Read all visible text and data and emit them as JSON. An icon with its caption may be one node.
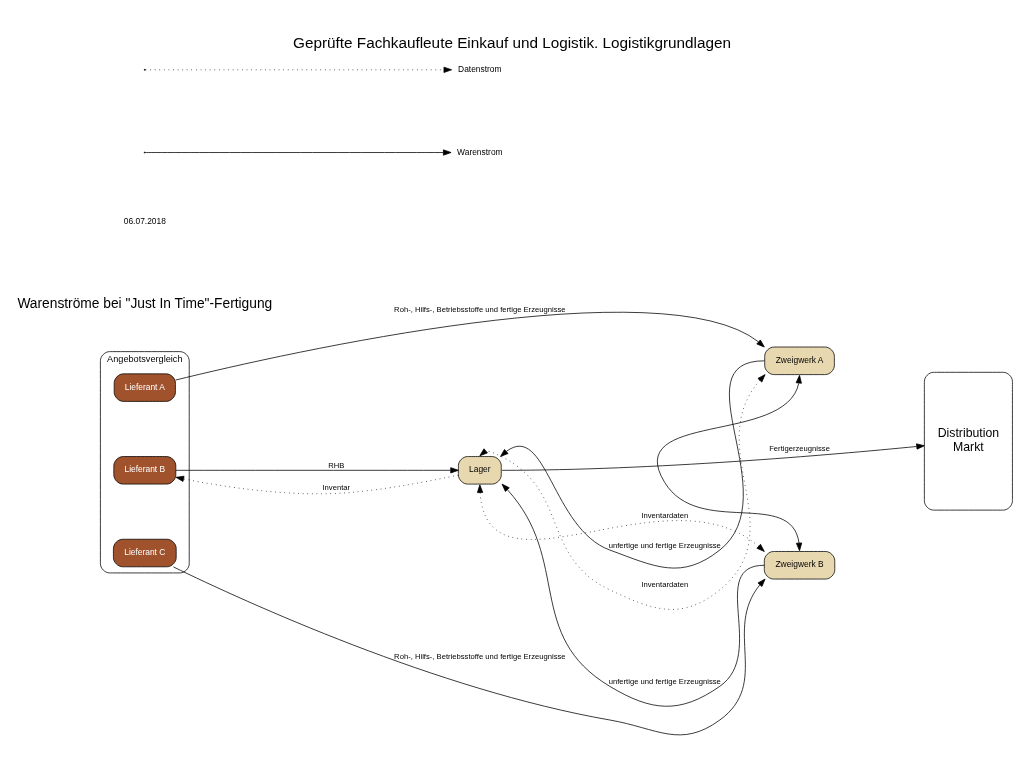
{
  "diagram": {
    "title": "Geprüfte Fachkaufleute Einkauf und Logistik. Logistikgrundlagen",
    "nodes": [
      {
        "text": [
          "Angebotsvergleich"
        ]
      },
      {
        "text": [
          "Lieferant A"
        ],
        "in": 0
      },
      {
        "text": [
          "Lieferant B"
        ],
        "in": 0
      },
      {
        "text": [
          "Lieferant C"
        ],
        "in": 0
      },
      {
        "text": [
          "Lager"
        ]
      },
      {
        "text": [
          "Zweigwerk A"
        ]
      },
      {
        "text": [
          "Zweigwerk B"
        ]
      },
      {
        "text": [
          "Distribution",
          "Markt"
        ]
      }
    ],
    "edges": [
      {
        "from": 1,
        "to": 5,
        "arrow": "to",
        "label": "Roh-, Hilfs-, Betriebsstoffe und fertige Erzeugnisse"
      },
      {
        "from": 2,
        "to": 4,
        "arrow": "to",
        "label": "RHB"
      },
      {
        "from": 4,
        "to": 2,
        "arrow": "to",
        "label": "Inventar",
        "style": "dashed"
      },
      {
        "from": 3,
        "to": 6,
        "arrow": "to",
        "label": "Roh-, Hilfs-, Betriebsstoffe und fertige Erzeugnisse"
      },
      {
        "from": 5,
        "to": 4,
        "arrow": "to",
        "label": "unfertige und fertige Erzeugnisse"
      },
      {
        "from": 5,
        "to": 4,
        "arrow": "both",
        "label": "Inventardaten",
        "style": "dashed"
      },
      {
        "from": 6,
        "to": 4,
        "arrow": "to",
        "label": "unfertige und fertige Erzeugnisse"
      },
      {
        "from": 4,
        "to": 6,
        "arrow": "both",
        "label": "Inventardaten",
        "style": "dashed"
      },
      {
        "from": 4,
        "to": 7,
        "arrow": "to",
        "label": "Fertigerzeugnisse"
      },
      {
        "from": 5,
        "to": 6,
        "arrow": "both"
      }
    ],
    "labels": [
      "Warenströme bei \"Just In Time\"-Fertigung",
      "06.07.2018"
    ],
    "legend": [
      {
        "text": "Datenstrom"
      },
      {
        "text": "Warenstrom"
      }
    ]
  }
}
